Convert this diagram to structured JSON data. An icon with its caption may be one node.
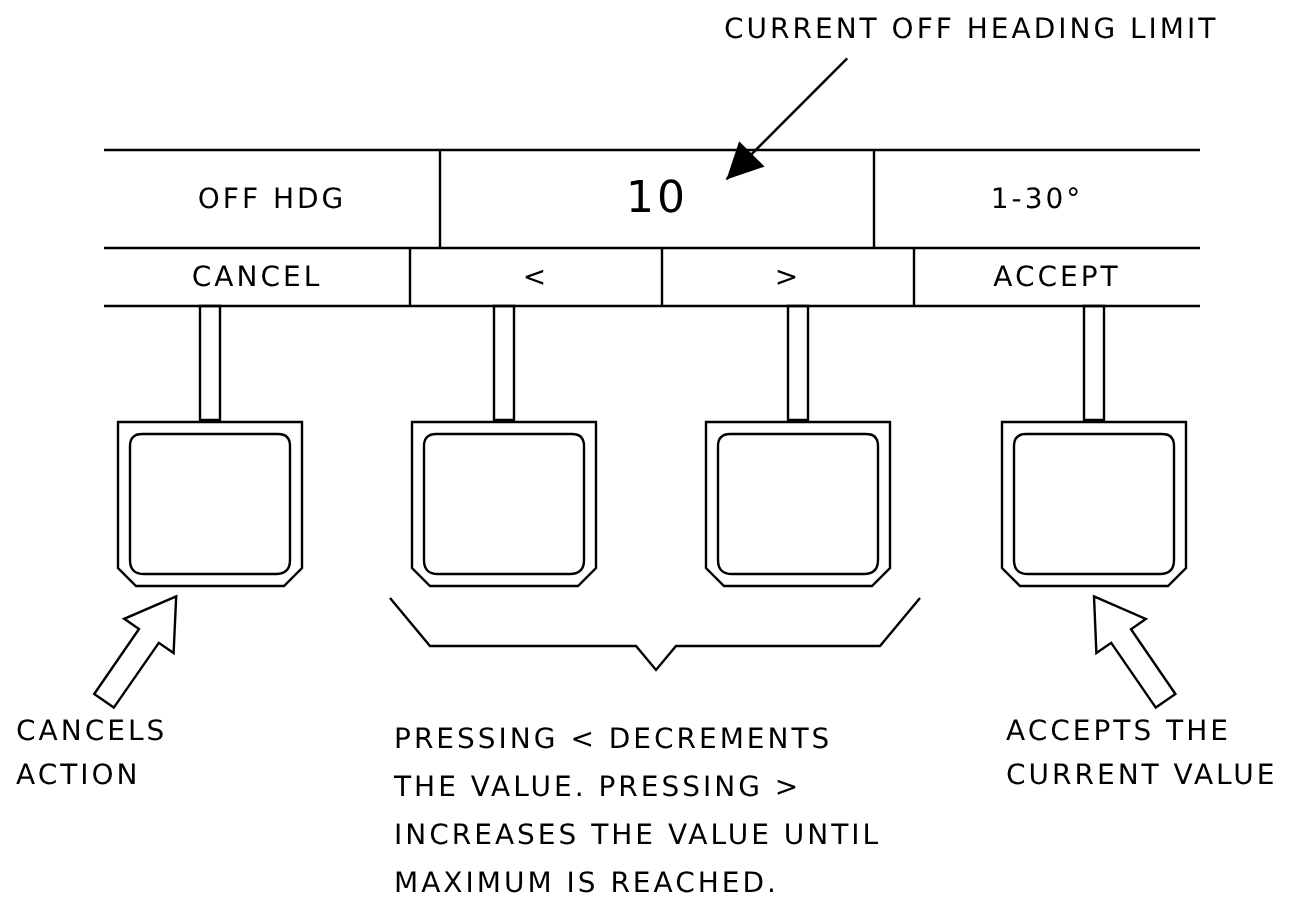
{
  "diagram": {
    "nodes": [
      {
        "text": [
          "CURRENT OFF HEADING LIMIT"
        ]
      },
      {
        "text": [
          "OFF HDG"
        ]
      },
      {
        "text": [
          "10"
        ]
      },
      {
        "text": [
          "1-30°"
        ]
      },
      {
        "text": [
          "CANCEL"
        ]
      },
      {
        "text": [
          "<"
        ]
      },
      {
        "text": [
          ">"
        ]
      },
      {
        "text": [
          "ACCEPT"
        ]
      },
      {
        "text": [],
        "shape": "box"
      },
      {
        "text": [],
        "shape": "box"
      },
      {
        "text": [],
        "shape": "box"
      },
      {
        "text": [],
        "shape": "box"
      },
      {
        "text": [
          "CANCELS ACTION"
        ]
      },
      {
        "text": [
          "ACCEPTS THE CURRENT VALUE"
        ]
      }
    ],
    "edges": [
      {
        "from": 0,
        "to": 2,
        "arrow": "to"
      },
      {
        "from": 4,
        "to": 8,
        "arrow": "none"
      },
      {
        "from": 5,
        "to": 9,
        "arrow": "none"
      },
      {
        "from": 6,
        "to": 10,
        "arrow": "none"
      },
      {
        "from": 7,
        "to": 11,
        "arrow": "none"
      },
      {
        "from": 12,
        "to": 8,
        "arrow": "to"
      },
      {
        "from": 13,
        "to": 11,
        "arrow": "to"
      }
    ],
    "labels": [
      "PRESSING < DECREMENTS THE VALUE. PRESSING > INCREASES THE VALUE UNTIL MAXIMUM IS REACHED."
    ]
  }
}
